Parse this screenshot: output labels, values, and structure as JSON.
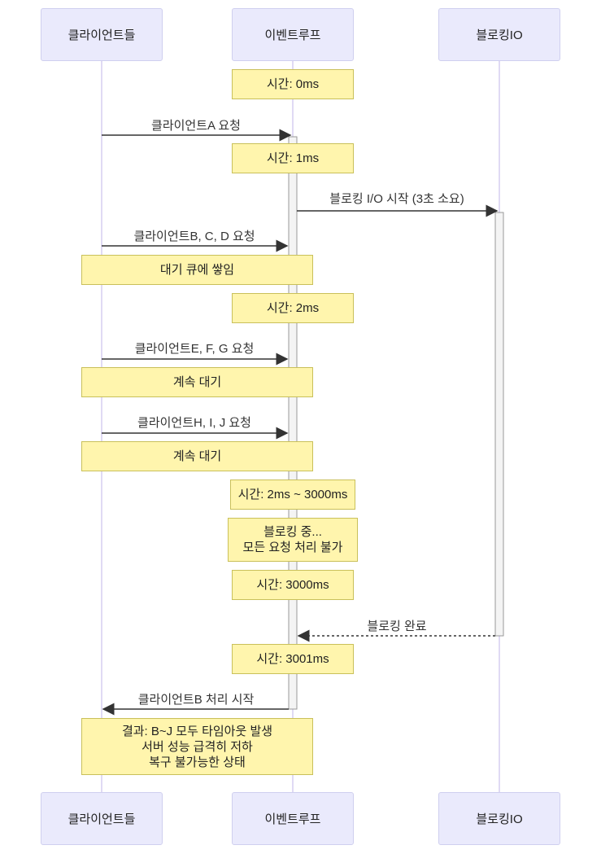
{
  "actors": {
    "clients": "클라이언트들",
    "eventloop": "이벤트루프",
    "blockingio": "블로킹IO"
  },
  "notes": {
    "t0": "시간: 0ms",
    "t1": "시간: 1ms",
    "queue": "대기 큐에 쌓임",
    "t2": "시간: 2ms",
    "wait1": "계속 대기",
    "wait2": "계속 대기",
    "t2_3000": "시간: 2ms ~ 3000ms",
    "blocking": "블로킹 중...\n모든 요청 처리 불가",
    "t3000": "시간: 3000ms",
    "t3001": "시간: 3001ms",
    "result": "결과: B~J 모두 타임아웃 발생\n서버 성능 급격히 저하\n복구 불가능한 상태"
  },
  "messages": {
    "reqA": "클라이언트A 요청",
    "io_start": "블로킹 I/O 시작 (3초 소요)",
    "reqBCD": "클라이언트B, C, D 요청",
    "reqEFG": "클라이언트E, F, G 요청",
    "reqHIJ": "클라이언트H, I, J 요청",
    "io_done": "블로킹 완료",
    "procB": "클라이언트B 처리 시작"
  }
}
